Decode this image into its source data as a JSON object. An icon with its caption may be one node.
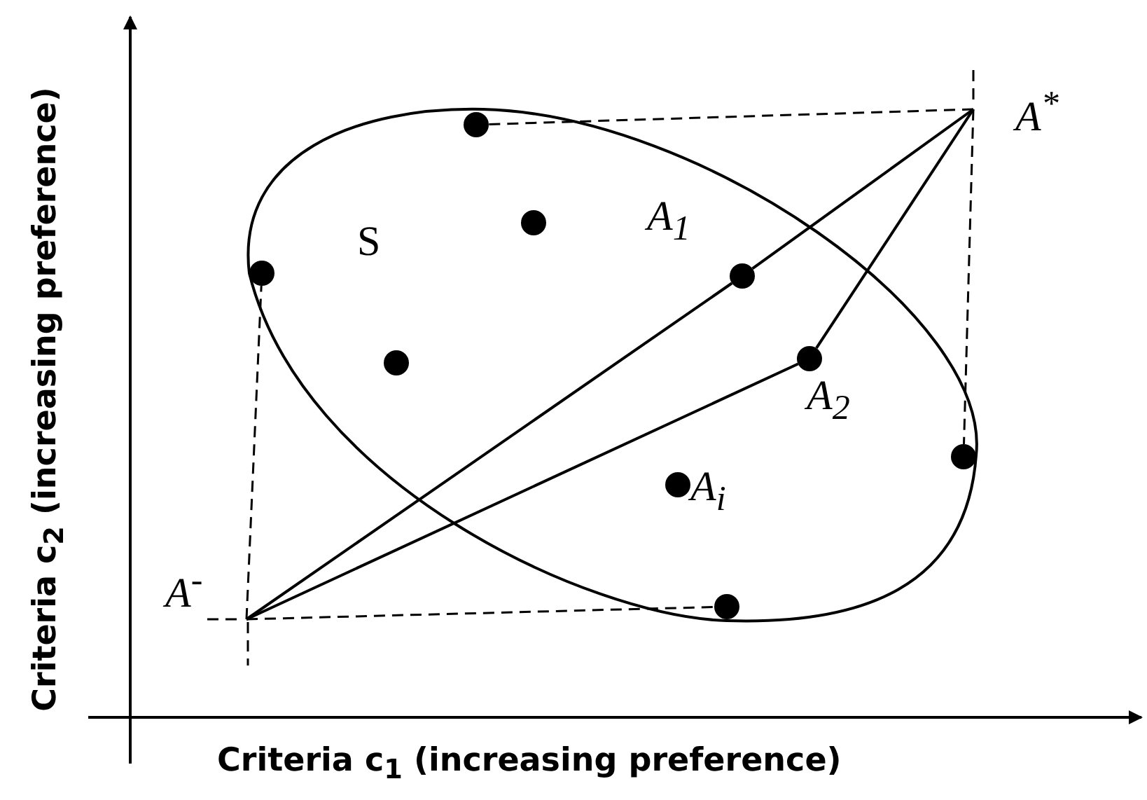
{
  "diagram": {
    "nodes": [
      {
        "text": [
          "S"
        ]
      },
      {
        "text": [
          "A$^{*}$"
        ]
      },
      {
        "text": [],
        "shape": "circle",
        "in": 0
      },
      {
        "text": [],
        "shape": "circle",
        "in": 0
      },
      {
        "text": [],
        "shape": "circle",
        "in": 0
      },
      {
        "text": [],
        "shape": "circle",
        "in": 0,
        "beside": [
          "A$_{1}$"
        ]
      },
      {
        "text": [],
        "shape": "circle",
        "in": 0
      },
      {
        "text": [],
        "shape": "circle",
        "in": 0,
        "beside": [
          "A$_{2}$"
        ]
      },
      {
        "text": [],
        "shape": "circle",
        "in": 0
      },
      {
        "text": [],
        "shape": "circle",
        "in": 0,
        "beside": [
          "A$_{i}$"
        ]
      },
      {
        "text": [
          "A$^{-}$"
        ]
      },
      {
        "text": [],
        "shape": "circle",
        "in": 0
      }
    ],
    "edges": [
      {
        "from": 10,
        "to": 5,
        "arrow": "none"
      },
      {
        "from": 10,
        "to": 7,
        "arrow": "none"
      },
      {
        "from": 1,
        "to": 5,
        "arrow": "none"
      },
      {
        "from": 1,
        "to": 7,
        "arrow": "none"
      },
      {
        "from": 1,
        "to": 2,
        "arrow": "none",
        "style": "dashed"
      },
      {
        "from": 1,
        "to": 8,
        "arrow": "none",
        "style": "dashed"
      },
      {
        "from": 10,
        "to": 11,
        "arrow": "none",
        "style": "dashed"
      },
      {
        "from": 10,
        "to": 4,
        "arrow": "none",
        "style": "dashed"
      }
    ],
    "labels": [
      "Criteria  c$_{1}$ (increasing preference)",
      "Criteria  c$_{2}$ (increasing preference)"
    ]
  }
}
